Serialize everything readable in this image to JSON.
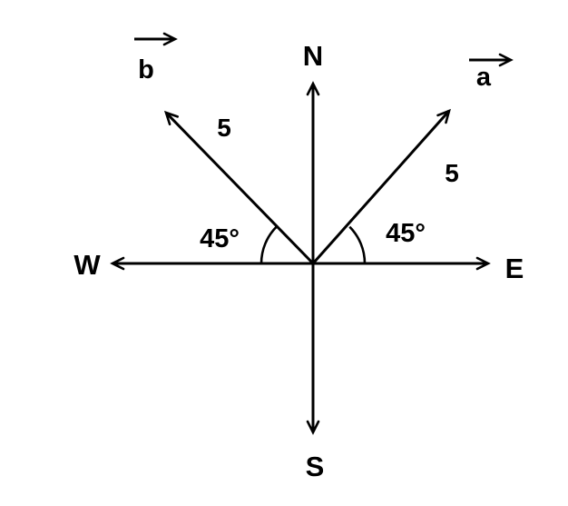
{
  "diagram": {
    "background": "#ffffff",
    "stroke_color": "#000000",
    "compass": {
      "north_label": "N",
      "south_label": "S",
      "east_label": "E",
      "west_label": "W"
    },
    "vector_a": {
      "name": "a",
      "magnitude": "5",
      "angle": "45°"
    },
    "vector_b": {
      "name": "b",
      "magnitude": "5",
      "angle": "45°"
    }
  }
}
